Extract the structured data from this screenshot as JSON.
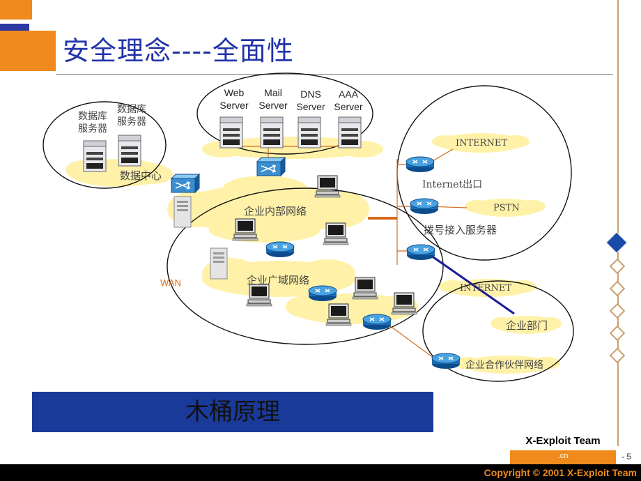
{
  "title": "安全理念----全面性",
  "servers": {
    "web": "Web\nServer",
    "mail": "Mail\nServer",
    "dns": "DNS\nServer",
    "aaa": "AAA\nServer"
  },
  "db_server_1": "数据库\n服务器",
  "db_server_2": "数据库\n服务器",
  "data_center": "数据中心",
  "enterprise_lan": "企业内部网络",
  "enterprise_wan": "企业广域网络",
  "wan": "WAN",
  "internet_top": "INTERNET",
  "internet_exit": "Internet出口",
  "pstn": "PSTN",
  "dialup": "拨号接入服务器",
  "internet_bottom": "INTERNET",
  "branch": "企业部门",
  "partner": "企业合作伙伴网络",
  "banner": "木桶原理",
  "footer": {
    "team": "X-Exploit Team",
    "cn": ".cn",
    "page": "- 5",
    "copyright": "Copyright © 2001 X-Exploit Team"
  },
  "colors": {
    "title": "#2233aa",
    "banner": "#1a3a9a",
    "orange": "#f08a1c",
    "cloud_yellow": "#fff2a8",
    "link_blue": "#1a1a9a"
  }
}
